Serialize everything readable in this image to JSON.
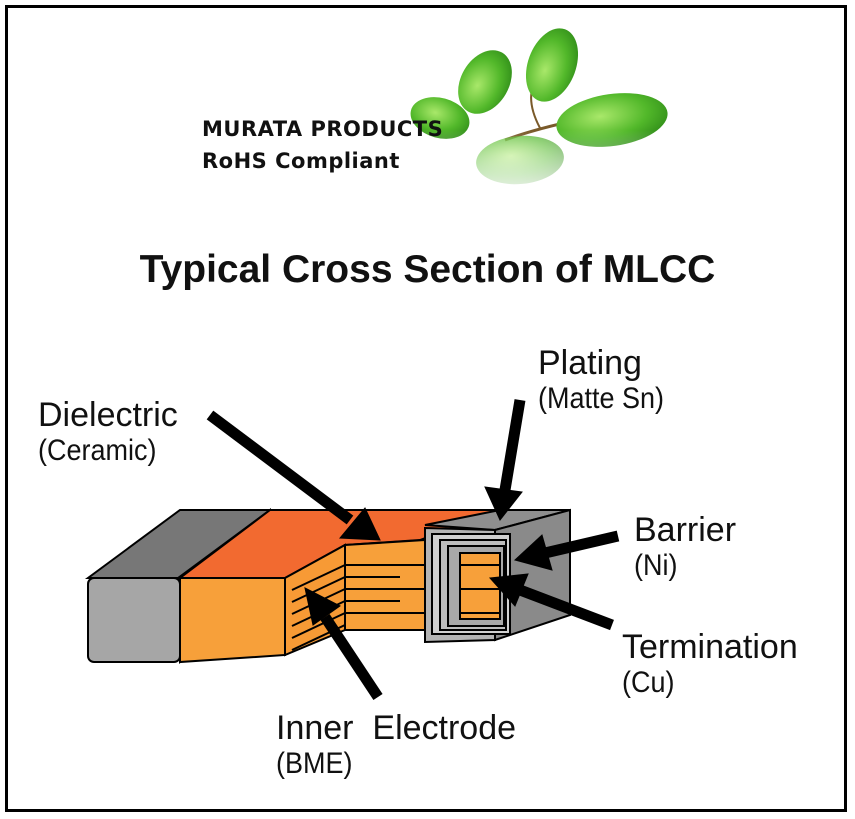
{
  "brand": {
    "line1": "MURATA PRODUCTS",
    "line2": "RoHS Compliant"
  },
  "title": "Typical Cross Section of MLCC",
  "labels": {
    "dielectric": {
      "main": "Dielectric",
      "sub": "(Ceramic)"
    },
    "plating": {
      "main": "Plating",
      "sub": "(Matte Sn)"
    },
    "barrier": {
      "main": "Barrier",
      "sub": "(Ni)"
    },
    "termination": {
      "main": "Termination",
      "sub": "(Cu)"
    },
    "inner": {
      "main": "Inner  Electrode",
      "sub": "(BME)"
    }
  },
  "colors": {
    "ceramic_top": "#f26a30",
    "ceramic_front": "#f7a03a",
    "metal_dark": "#555555",
    "metal_mid": "#9a9a9a",
    "metal_light": "#c8c8c8",
    "leaf_green": "#5bbf2e"
  }
}
